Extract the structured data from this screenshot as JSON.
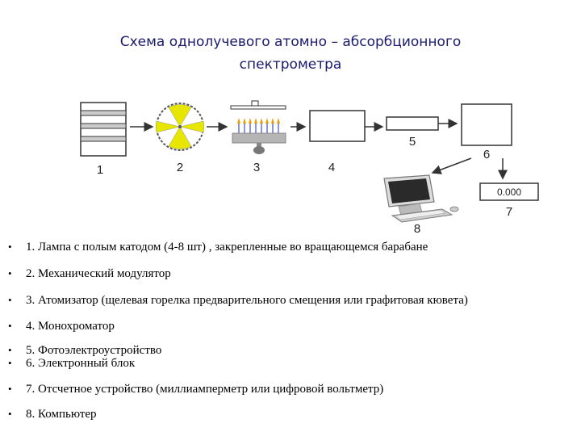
{
  "title": {
    "line1": "Схема однолучевого атомно – абсорбционного",
    "line2": "спектрометра"
  },
  "diagram": {
    "labels": [
      "1",
      "2",
      "3",
      "4",
      "5",
      "6",
      "7",
      "8"
    ],
    "display_value": "0.000"
  },
  "list": {
    "bullet": "•",
    "items": [
      "1. Лампа с полым катодом (4-8 шт) , закрепленные во вращающемся барабане",
      "2. Механический модулятор",
      "3. Атомизатор (щелевая горелка предварительного смещения или графитовая кювета)",
      "4. Монохроматор",
      "5. Фотоэлектроустройство",
      "6. Электронный блок",
      "7. Отсчетное устройство (миллиамперметр или цифровой вольтметр)",
      "8. Компьютер"
    ]
  }
}
